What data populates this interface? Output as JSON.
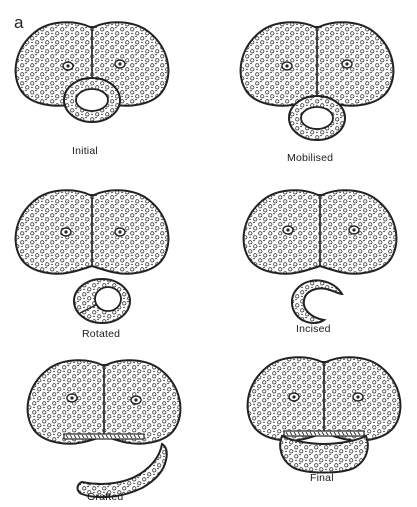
{
  "figure": {
    "panel_letter": "a",
    "panels": [
      {
        "label": "Initial"
      },
      {
        "label": "Mobilised"
      },
      {
        "label": "Rotated"
      },
      {
        "label": "Incised"
      },
      {
        "label": "Grafted"
      },
      {
        "label": "Final"
      }
    ]
  },
  "colors": {
    "ink": "#222222",
    "paper": "#ffffff"
  }
}
